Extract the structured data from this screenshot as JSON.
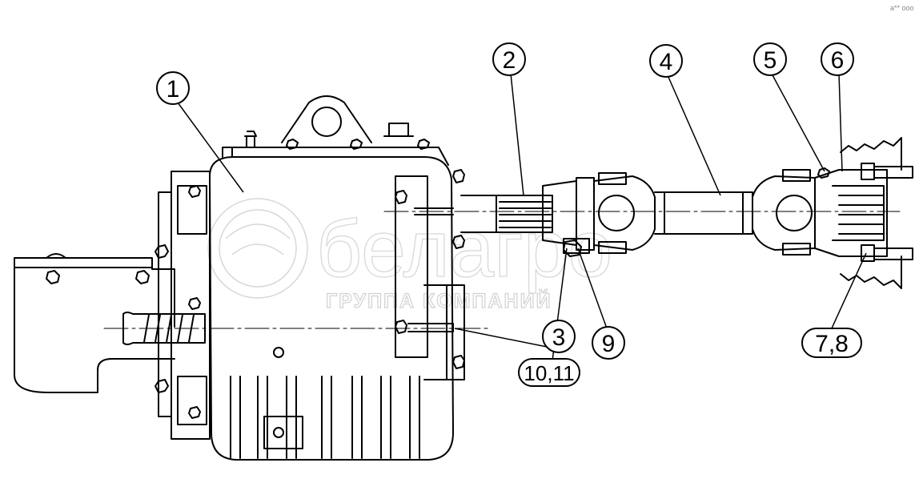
{
  "callouts": {
    "c1": "1",
    "c2": "2",
    "c3": "3",
    "c4": "4",
    "c5": "5",
    "c6": "6",
    "c7_8": "7,8",
    "c9": "9",
    "c10_11": "10,11"
  },
  "watermark": {
    "brand": "белагро",
    "subtitle": "ГРУППА КОМПАНИЙ"
  },
  "corner_mark": "a** ooo"
}
